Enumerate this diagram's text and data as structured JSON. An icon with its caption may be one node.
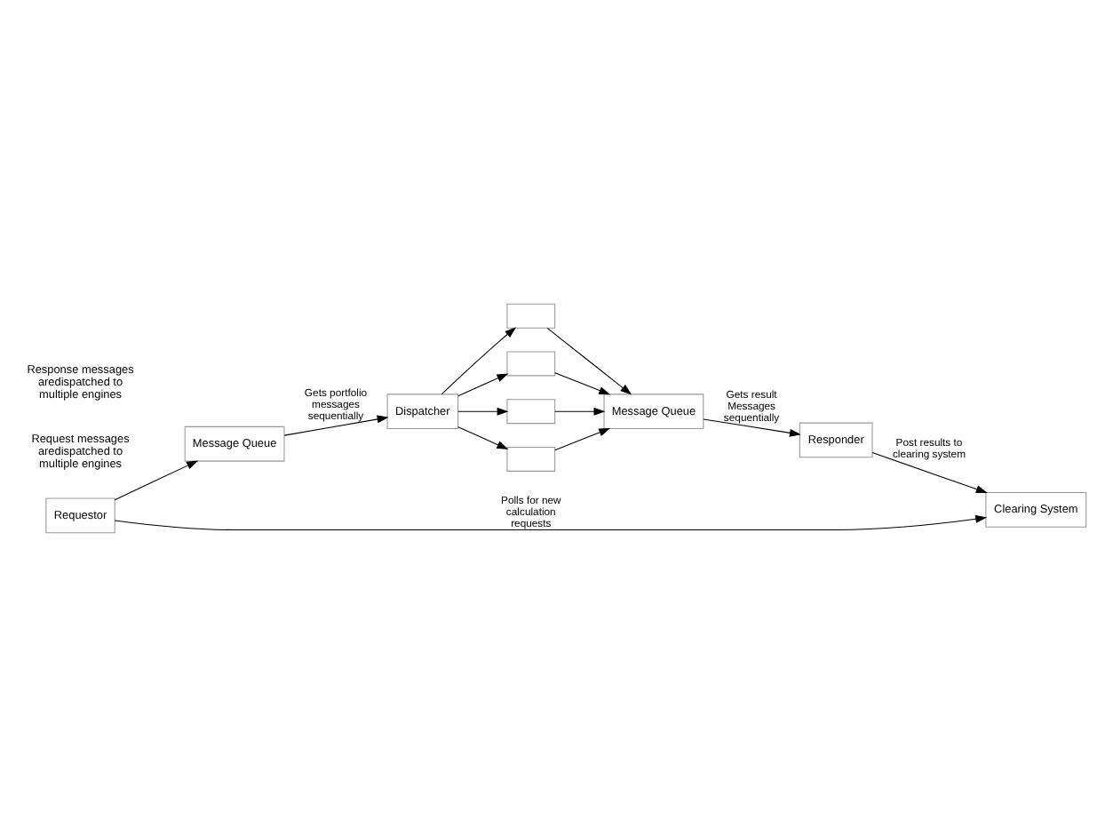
{
  "diagram": {
    "nodes": [
      {
        "text": [
          "Dispatcher"
        ]
      },
      {
        "text": [
          "Message Queue"
        ]
      },
      {
        "text": [],
        "shape": "box"
      },
      {
        "text": [],
        "shape": "box"
      },
      {
        "text": [],
        "shape": "box"
      },
      {
        "text": [],
        "shape": "box"
      },
      {
        "text": [
          "Requestor"
        ]
      },
      {
        "text": [
          "Message Queue"
        ]
      },
      {
        "text": [
          "Clearing System"
        ]
      },
      {
        "text": [
          "Responder"
        ]
      }
    ],
    "edges": [
      {
        "from": 6,
        "to": 7,
        "arrow": "to"
      },
      {
        "from": 7,
        "to": 0,
        "arrow": "to",
        "label": "Gets portfolio messages sequentially"
      },
      {
        "from": 0,
        "to": 2,
        "arrow": "to"
      },
      {
        "from": 0,
        "to": 3,
        "arrow": "to"
      },
      {
        "from": 0,
        "to": 4,
        "arrow": "to"
      },
      {
        "from": 0,
        "to": 5,
        "arrow": "to"
      },
      {
        "from": 2,
        "to": 1,
        "arrow": "to"
      },
      {
        "from": 3,
        "to": 1,
        "arrow": "to"
      },
      {
        "from": 4,
        "to": 1,
        "arrow": "to"
      },
      {
        "from": 5,
        "to": 1,
        "arrow": "to"
      },
      {
        "from": 1,
        "to": 9,
        "arrow": "to",
        "label": "Gets result Messages sequentially"
      },
      {
        "from": 6,
        "to": 8,
        "arrow": "to",
        "label": "Polls for new calculation requests"
      },
      {
        "from": 9,
        "to": 8,
        "arrow": "to",
        "label": "Post results to clearing system"
      }
    ],
    "labels": [
      "Request messages aredispatched to multiple engines",
      "Response messages aredispatched to multiple engines"
    ]
  }
}
